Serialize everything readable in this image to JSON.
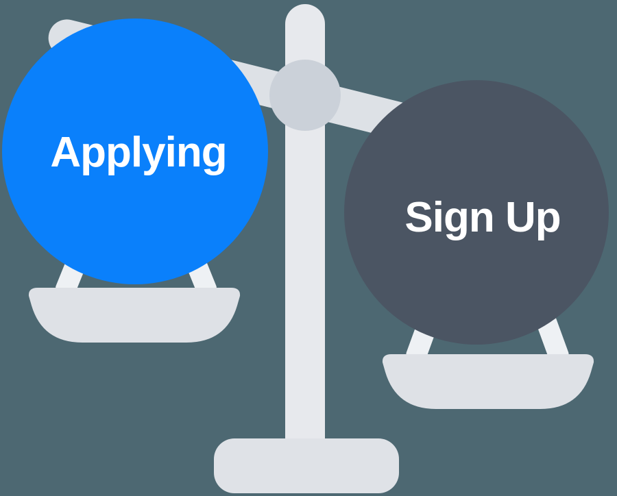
{
  "illustration": {
    "name": "balance-scale-comparison",
    "background_color": "#4d6872",
    "left_circle": {
      "label": "Applying",
      "fill_color": "#0a80fb",
      "text_color": "#ffffff"
    },
    "right_circle": {
      "label": "Sign Up",
      "fill_color": "#4b5563",
      "text_color": "#ffffff"
    },
    "scale": {
      "pole_color": "#e7e9ed",
      "beam_color": "#dde1e6",
      "pivot_color": "#cbd1d9",
      "leg_color": "#eef1f4",
      "pan_color": "#dee1e6",
      "base_color": "#dfe2e7"
    }
  }
}
